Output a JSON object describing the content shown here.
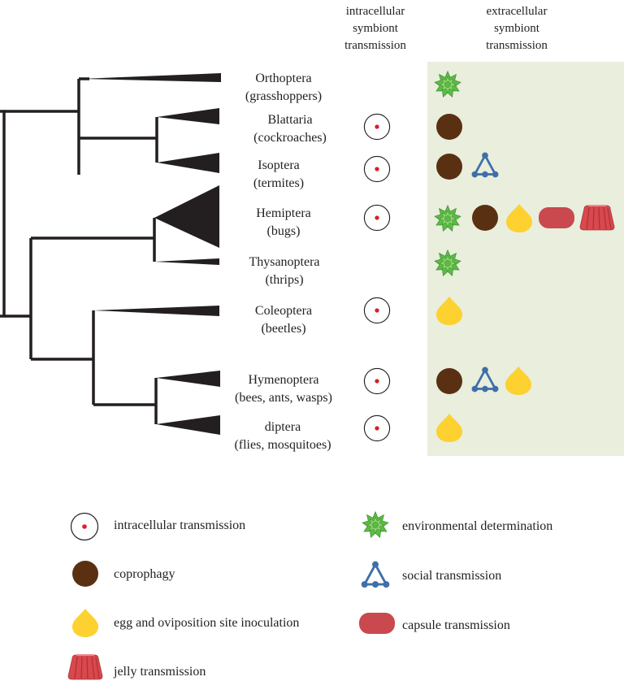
{
  "headers": {
    "intracellular": [
      "intracellular",
      "symbiont",
      "transmission"
    ],
    "extracellular": [
      "extracellular",
      "symbiont",
      "transmission"
    ]
  },
  "taxa": [
    {
      "name": "Orthoptera",
      "common": "(grasshoppers)",
      "intracellular": false,
      "extracellular": [
        "environmental"
      ]
    },
    {
      "name": "Blattaria",
      "common": "(cockroaches)",
      "intracellular": true,
      "extracellular": [
        "coprophagy"
      ]
    },
    {
      "name": "Isoptera",
      "common": "(termites)",
      "intracellular": true,
      "extracellular": [
        "coprophagy",
        "social"
      ]
    },
    {
      "name": "Hemiptera",
      "common": "(bugs)",
      "intracellular": true,
      "extracellular": [
        "environmental",
        "coprophagy",
        "egg",
        "capsule",
        "jelly"
      ]
    },
    {
      "name": "Thysanoptera",
      "common": "(thrips)",
      "intracellular": false,
      "extracellular": [
        "environmental"
      ]
    },
    {
      "name": "Coleoptera",
      "common": "(beetles)",
      "intracellular": true,
      "extracellular": [
        "egg"
      ]
    },
    {
      "name": "Hymenoptera",
      "common": "(bees, ants, wasps)",
      "intracellular": true,
      "extracellular": [
        "coprophagy",
        "social",
        "egg"
      ]
    },
    {
      "name": "diptera",
      "common": "(flies, mosquitoes)",
      "intracellular": true,
      "extracellular": [
        "egg"
      ]
    }
  ],
  "legend": {
    "intracellular": "intracellular transmission",
    "environmental": "environmental determination",
    "coprophagy": "coprophagy",
    "social": "social transmission",
    "egg": "egg and oviposition site inoculation",
    "capsule": "capsule transmission",
    "jelly": "jelly transmission"
  },
  "colors": {
    "panel": "#e9eedd",
    "tree": "#231f20",
    "environmental": "#5cbb46",
    "coprophagy": "#5a3012",
    "social": "#3f6fa8",
    "egg": "#fdd12f",
    "capsule": "#c9494f",
    "jelly": "#d9484d",
    "intracellular_dot": "#d92027"
  }
}
